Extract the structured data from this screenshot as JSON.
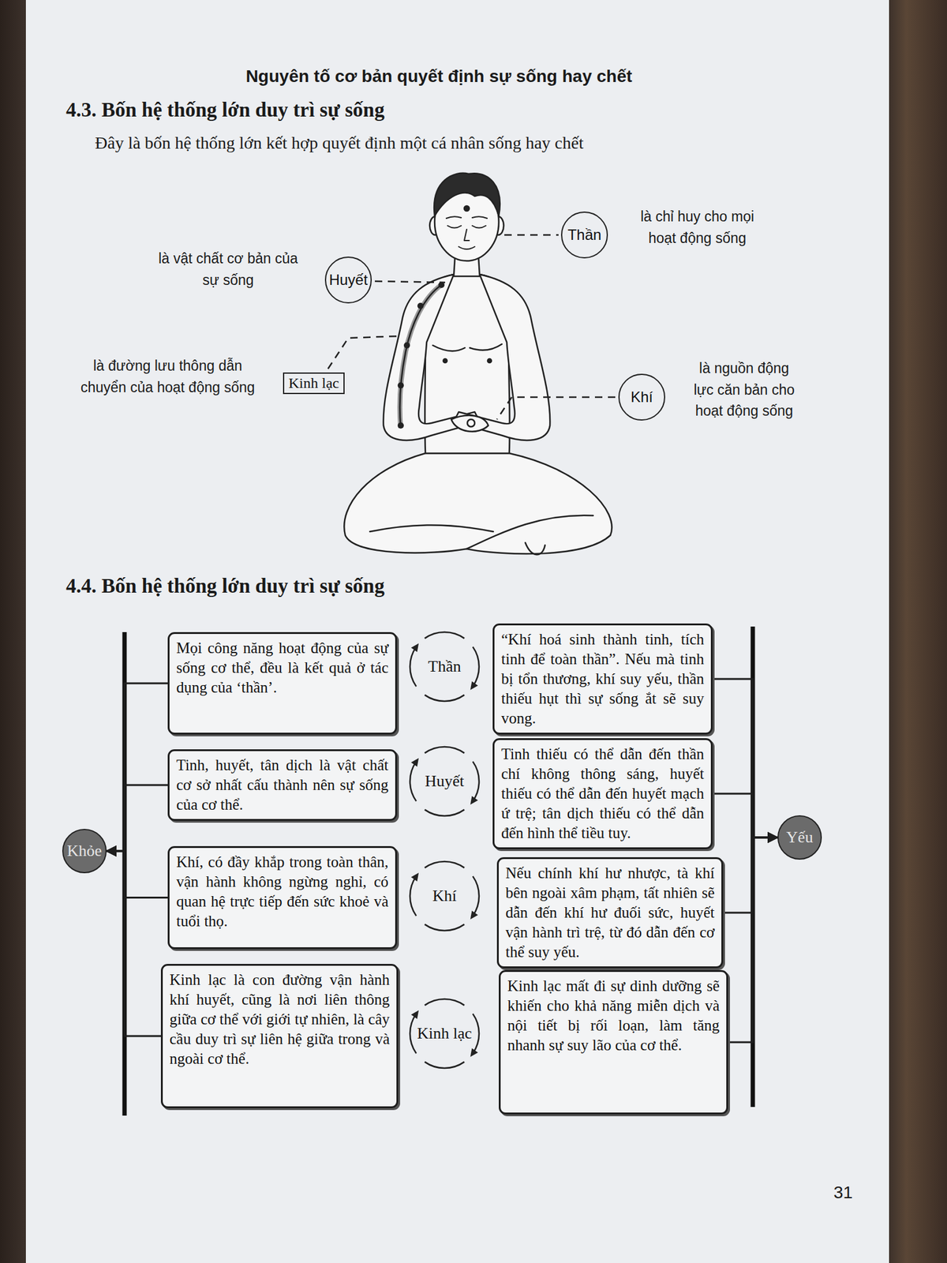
{
  "diagram": {
    "title": "Nguyên tố cơ bản quyết định sự sống hay chết",
    "nodes": [
      {
        "text": [
          "Thần"
        ]
      },
      {
        "text": [
          "Huyết"
        ]
      },
      {
        "text": [
          "Kinh lạc"
        ]
      },
      {
        "text": [
          "Khí"
        ]
      },
      {
        "text": [
          "Mọi công năng hoạt động của sự sống cơ thể, đều là kết quả ở tác dụng của ‘thần’."
        ]
      },
      {
        "text": [
          "Thần"
        ]
      },
      {
        "text": [
          "“Khí hoá sinh thành tinh, tích tinh để toàn thần”. Nếu mà tinh bị tổn thương, khí suy yếu, thần thiếu hụt thì sự sống ắt sẽ suy vong."
        ]
      },
      {
        "text": [
          "Tinh, huyết, tân dịch là vật chất cơ sở nhất cấu thành nên sự sống của cơ thể."
        ]
      },
      {
        "text": [
          "Huyết"
        ]
      },
      {
        "text": [
          "Tinh thiếu có thể dẫn đến thần chí không thông sáng, huyết thiếu có thể dẫn đến huyết mạch ứ trệ; tân dịch thiếu có thể dẫn đến hình thể tiều tuy."
        ]
      },
      {
        "text": [
          "Khí, có đầy khắp trong toàn thân, vận hành không ngừng nghỉ, có quan hệ trực tiếp đến sức khoẻ và tuổi thọ."
        ]
      },
      {
        "text": [
          "Khí"
        ]
      },
      {
        "text": [
          "Nếu chính khí hư nhược, tà khí bên ngoài xâm phạm, tất nhiên sẽ dẫn đến khí hư đuối sức, huyết vận hành trì trệ, từ đó dẫn đến cơ thể suy yếu."
        ]
      },
      {
        "text": [
          "Kinh lạc là con đường vận hành khí huyết, cũng là nơi liên thông giữa cơ thể với giới tự nhiên, là cây cầu duy trì sự liên hệ giữa trong và ngoài cơ thể."
        ]
      },
      {
        "text": [
          "Kinh lạc"
        ]
      },
      {
        "text": [
          "Kinh lạc mất đi sự dinh dưỡng sẽ khiến cho khả năng miễn dịch và nội tiết bị rối loạn, làm tăng nhanh sự suy lão của cơ thể."
        ]
      },
      {
        "text": [
          "Khỏe"
        ]
      },
      {
        "text": [
          "Yếu"
        ]
      }
    ],
    "edges": [
      {
        "from": 4,
        "to": 16,
        "arrow": "to"
      },
      {
        "from": 7,
        "to": 16,
        "arrow": "to"
      },
      {
        "from": 10,
        "to": 16,
        "arrow": "to"
      },
      {
        "from": 13,
        "to": 16,
        "arrow": "to"
      },
      {
        "from": 6,
        "to": 17,
        "arrow": "to"
      },
      {
        "from": 9,
        "to": 17,
        "arrow": "to"
      },
      {
        "from": 12,
        "to": 17,
        "arrow": "to"
      },
      {
        "from": 15,
        "to": 17,
        "arrow": "to"
      }
    ],
    "labels": [
      "4.3. Bốn hệ thống lớn duy trì sự sống",
      "Đây là bốn hệ thống lớn kết hợp quyết định một cá nhân sống hay chết",
      "là chỉ huy cho mọi hoạt động sống",
      "là vật chất cơ bản của sự sống",
      "là đường lưu thông dẫn chuyển của hoạt động sống",
      "là nguồn động lực căn bản cho hoạt động sống",
      "4.4. Bốn hệ thống lớn duy trì sự sống",
      "31"
    ]
  }
}
